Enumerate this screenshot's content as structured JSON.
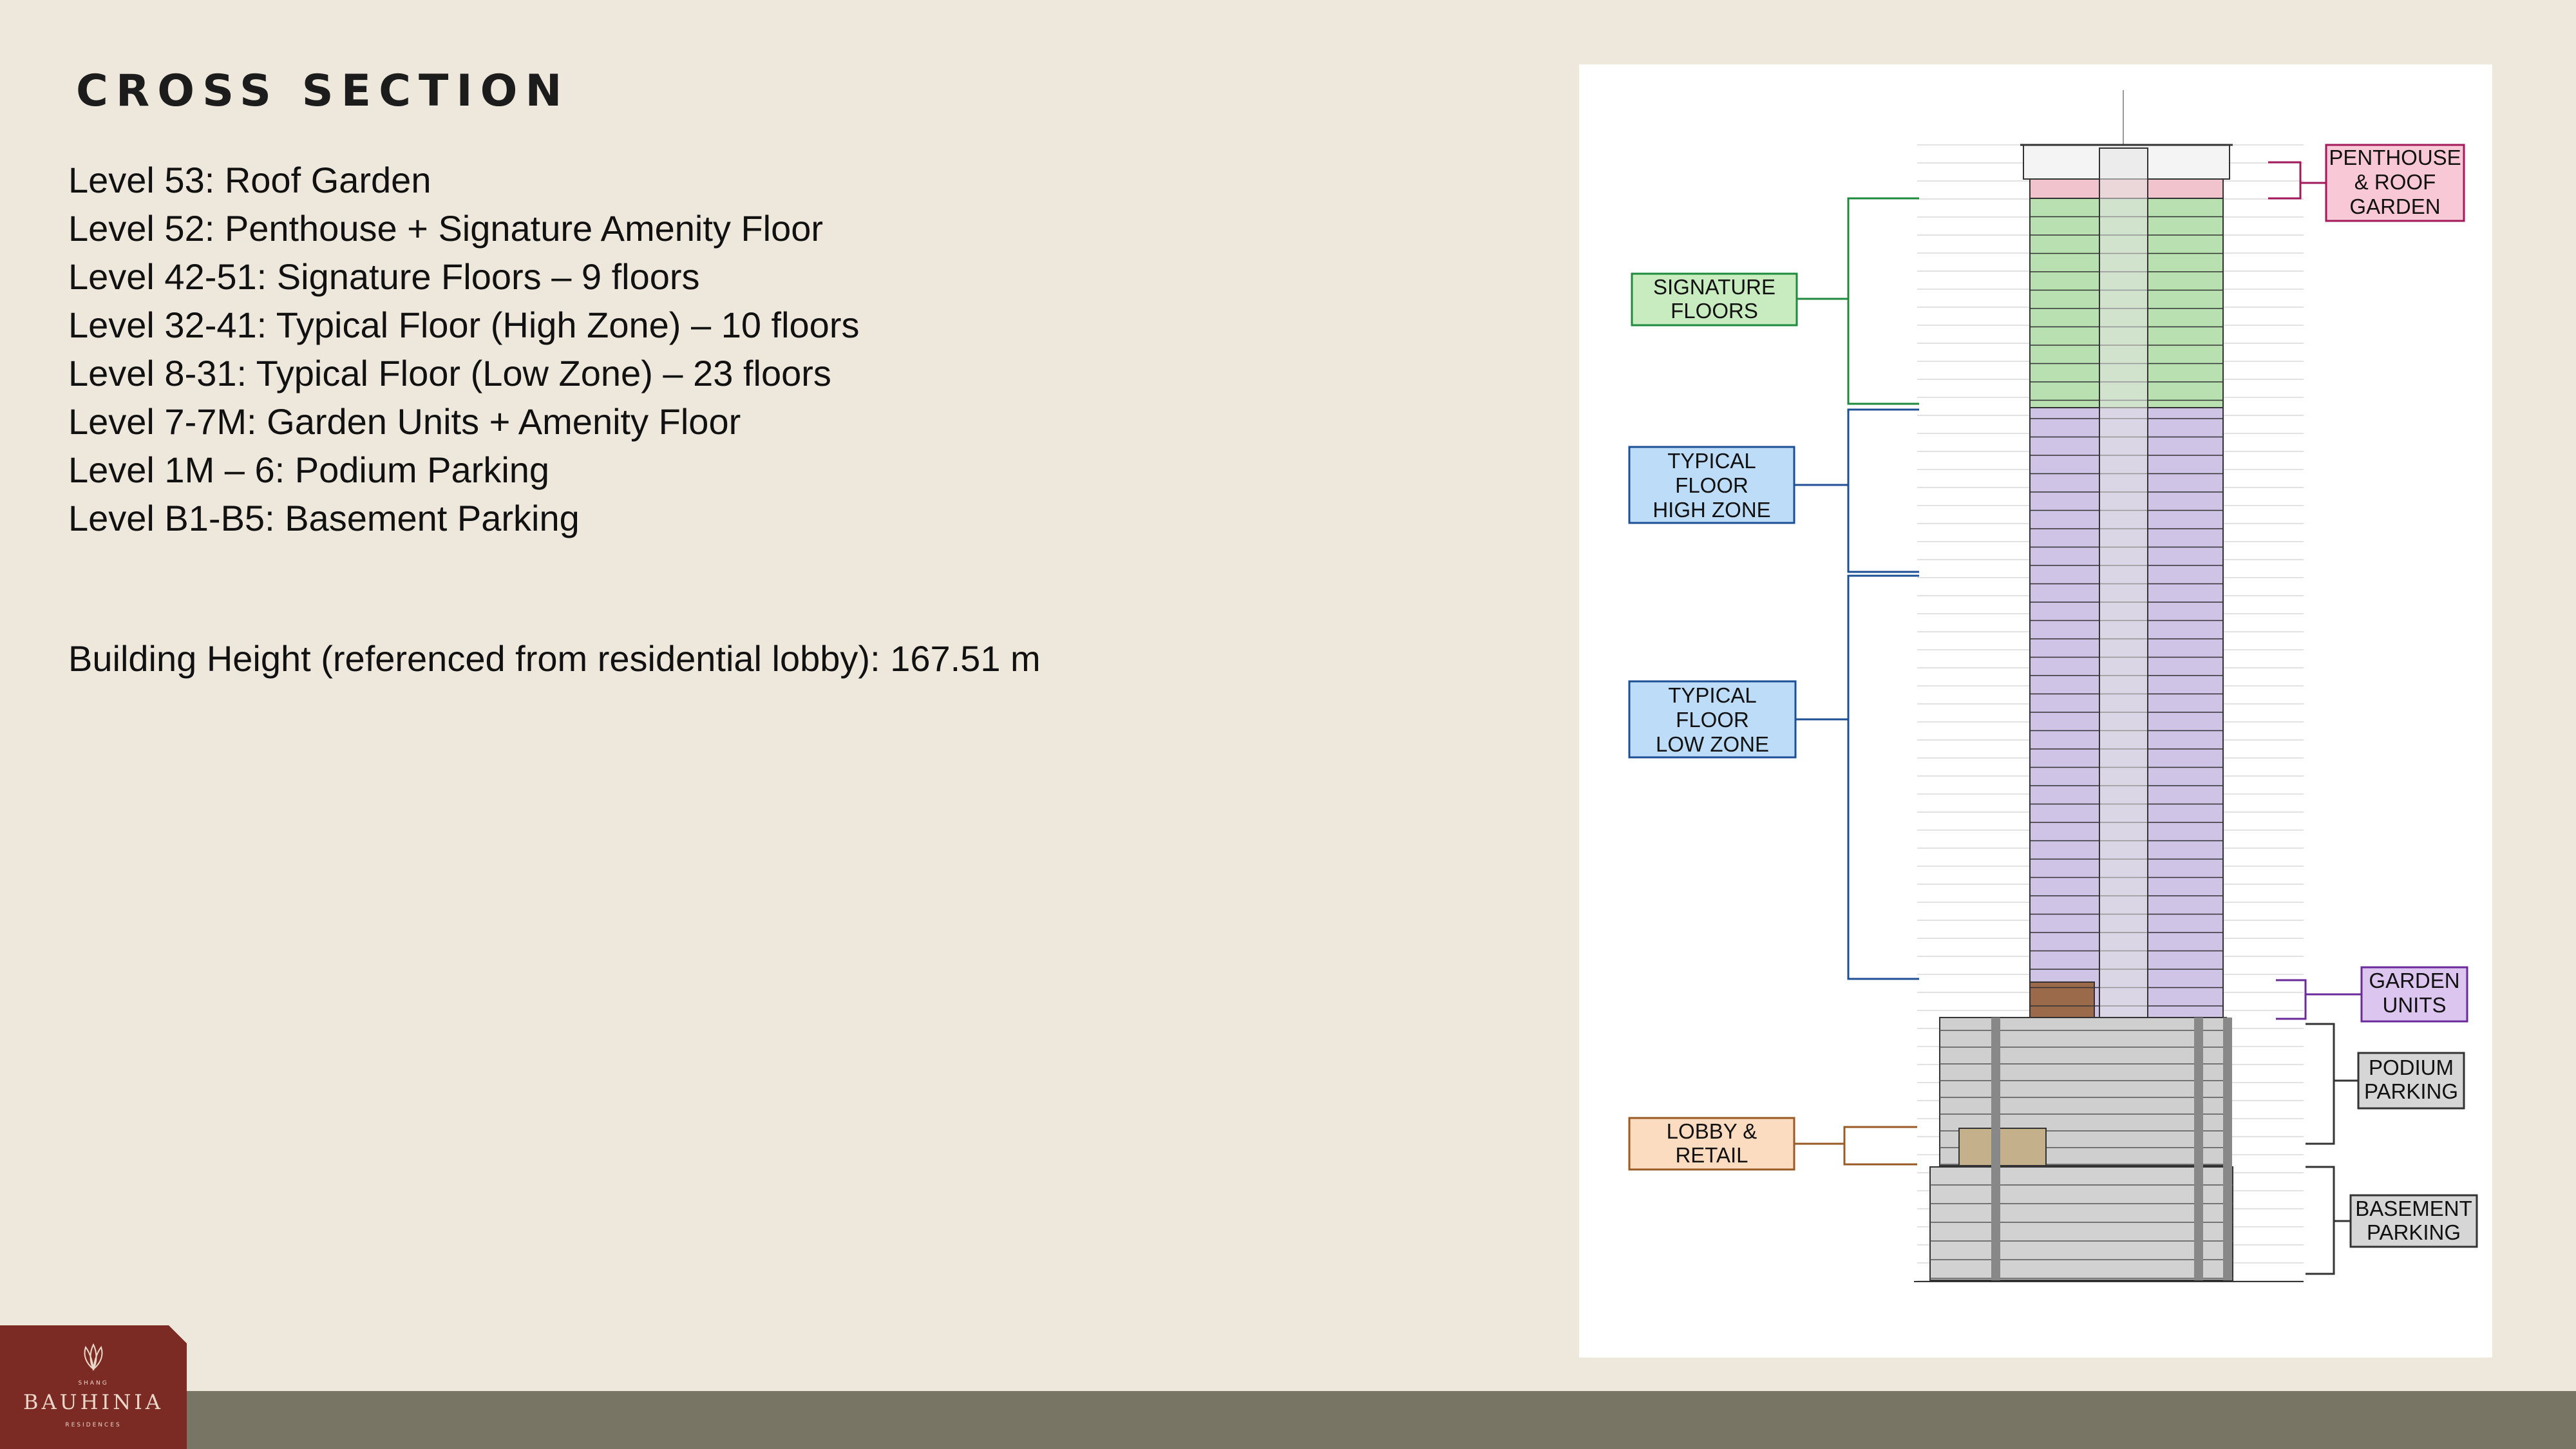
{
  "page": {
    "title": "CROSS SECTION",
    "levels": [
      "Level 53: Roof Garden",
      "Level 52: Penthouse + Signature Amenity Floor",
      "Level 42-51: Signature Floors – 9 floors",
      "Level 32-41: Typical Floor (High Zone) – 10 floors",
      "Level 8-31: Typical Floor (Low Zone) – 23 floors",
      "Level 7-7M: Garden Units + Amenity Floor",
      "Level 1M – 6: Podium Parking",
      "Level B1-B5: Basement Parking"
    ],
    "building_height": "Building Height (referenced from residential lobby):  167.51 m"
  },
  "diagram": {
    "labels": {
      "penthouse": [
        "PENTHOUSE",
        "& ROOF",
        "GARDEN"
      ],
      "signature": [
        "SIGNATURE",
        "FLOORS"
      ],
      "high_zone": [
        "TYPICAL",
        "FLOOR",
        "HIGH ZONE"
      ],
      "low_zone": [
        "TYPICAL",
        "FLOOR",
        "LOW ZONE"
      ],
      "garden": [
        "GARDEN",
        "UNITS"
      ],
      "podium": [
        "PODIUM",
        "PARKING"
      ],
      "lobby": [
        "LOBBY &",
        "RETAIL"
      ],
      "basement": [
        "BASEMENT",
        "PARKING"
      ]
    },
    "colors": {
      "penthouse_fill": "#f9c8d6",
      "penthouse_stroke": "#a3195b",
      "signature_fill": "#c8ecc0",
      "signature_stroke": "#1e8a3c",
      "zone_fill": "#bcdcf7",
      "zone_stroke": "#1d4f94",
      "garden_fill": "#dcc6f0",
      "garden_stroke": "#6a2a9a",
      "grey_fill": "#d6d6d6",
      "grey_stroke": "#333333",
      "lobby_fill": "#fbdcc0",
      "lobby_stroke": "#9a5a24",
      "tower_green": "#b9e0b0",
      "tower_purple": "#cfc3e6",
      "tower_brown": "#9a6a4a",
      "tower_pink": "#f1c3cc"
    }
  },
  "logo": {
    "small": "SHANG",
    "brand": "BAUHINIA",
    "sub": "RESIDENCES"
  }
}
